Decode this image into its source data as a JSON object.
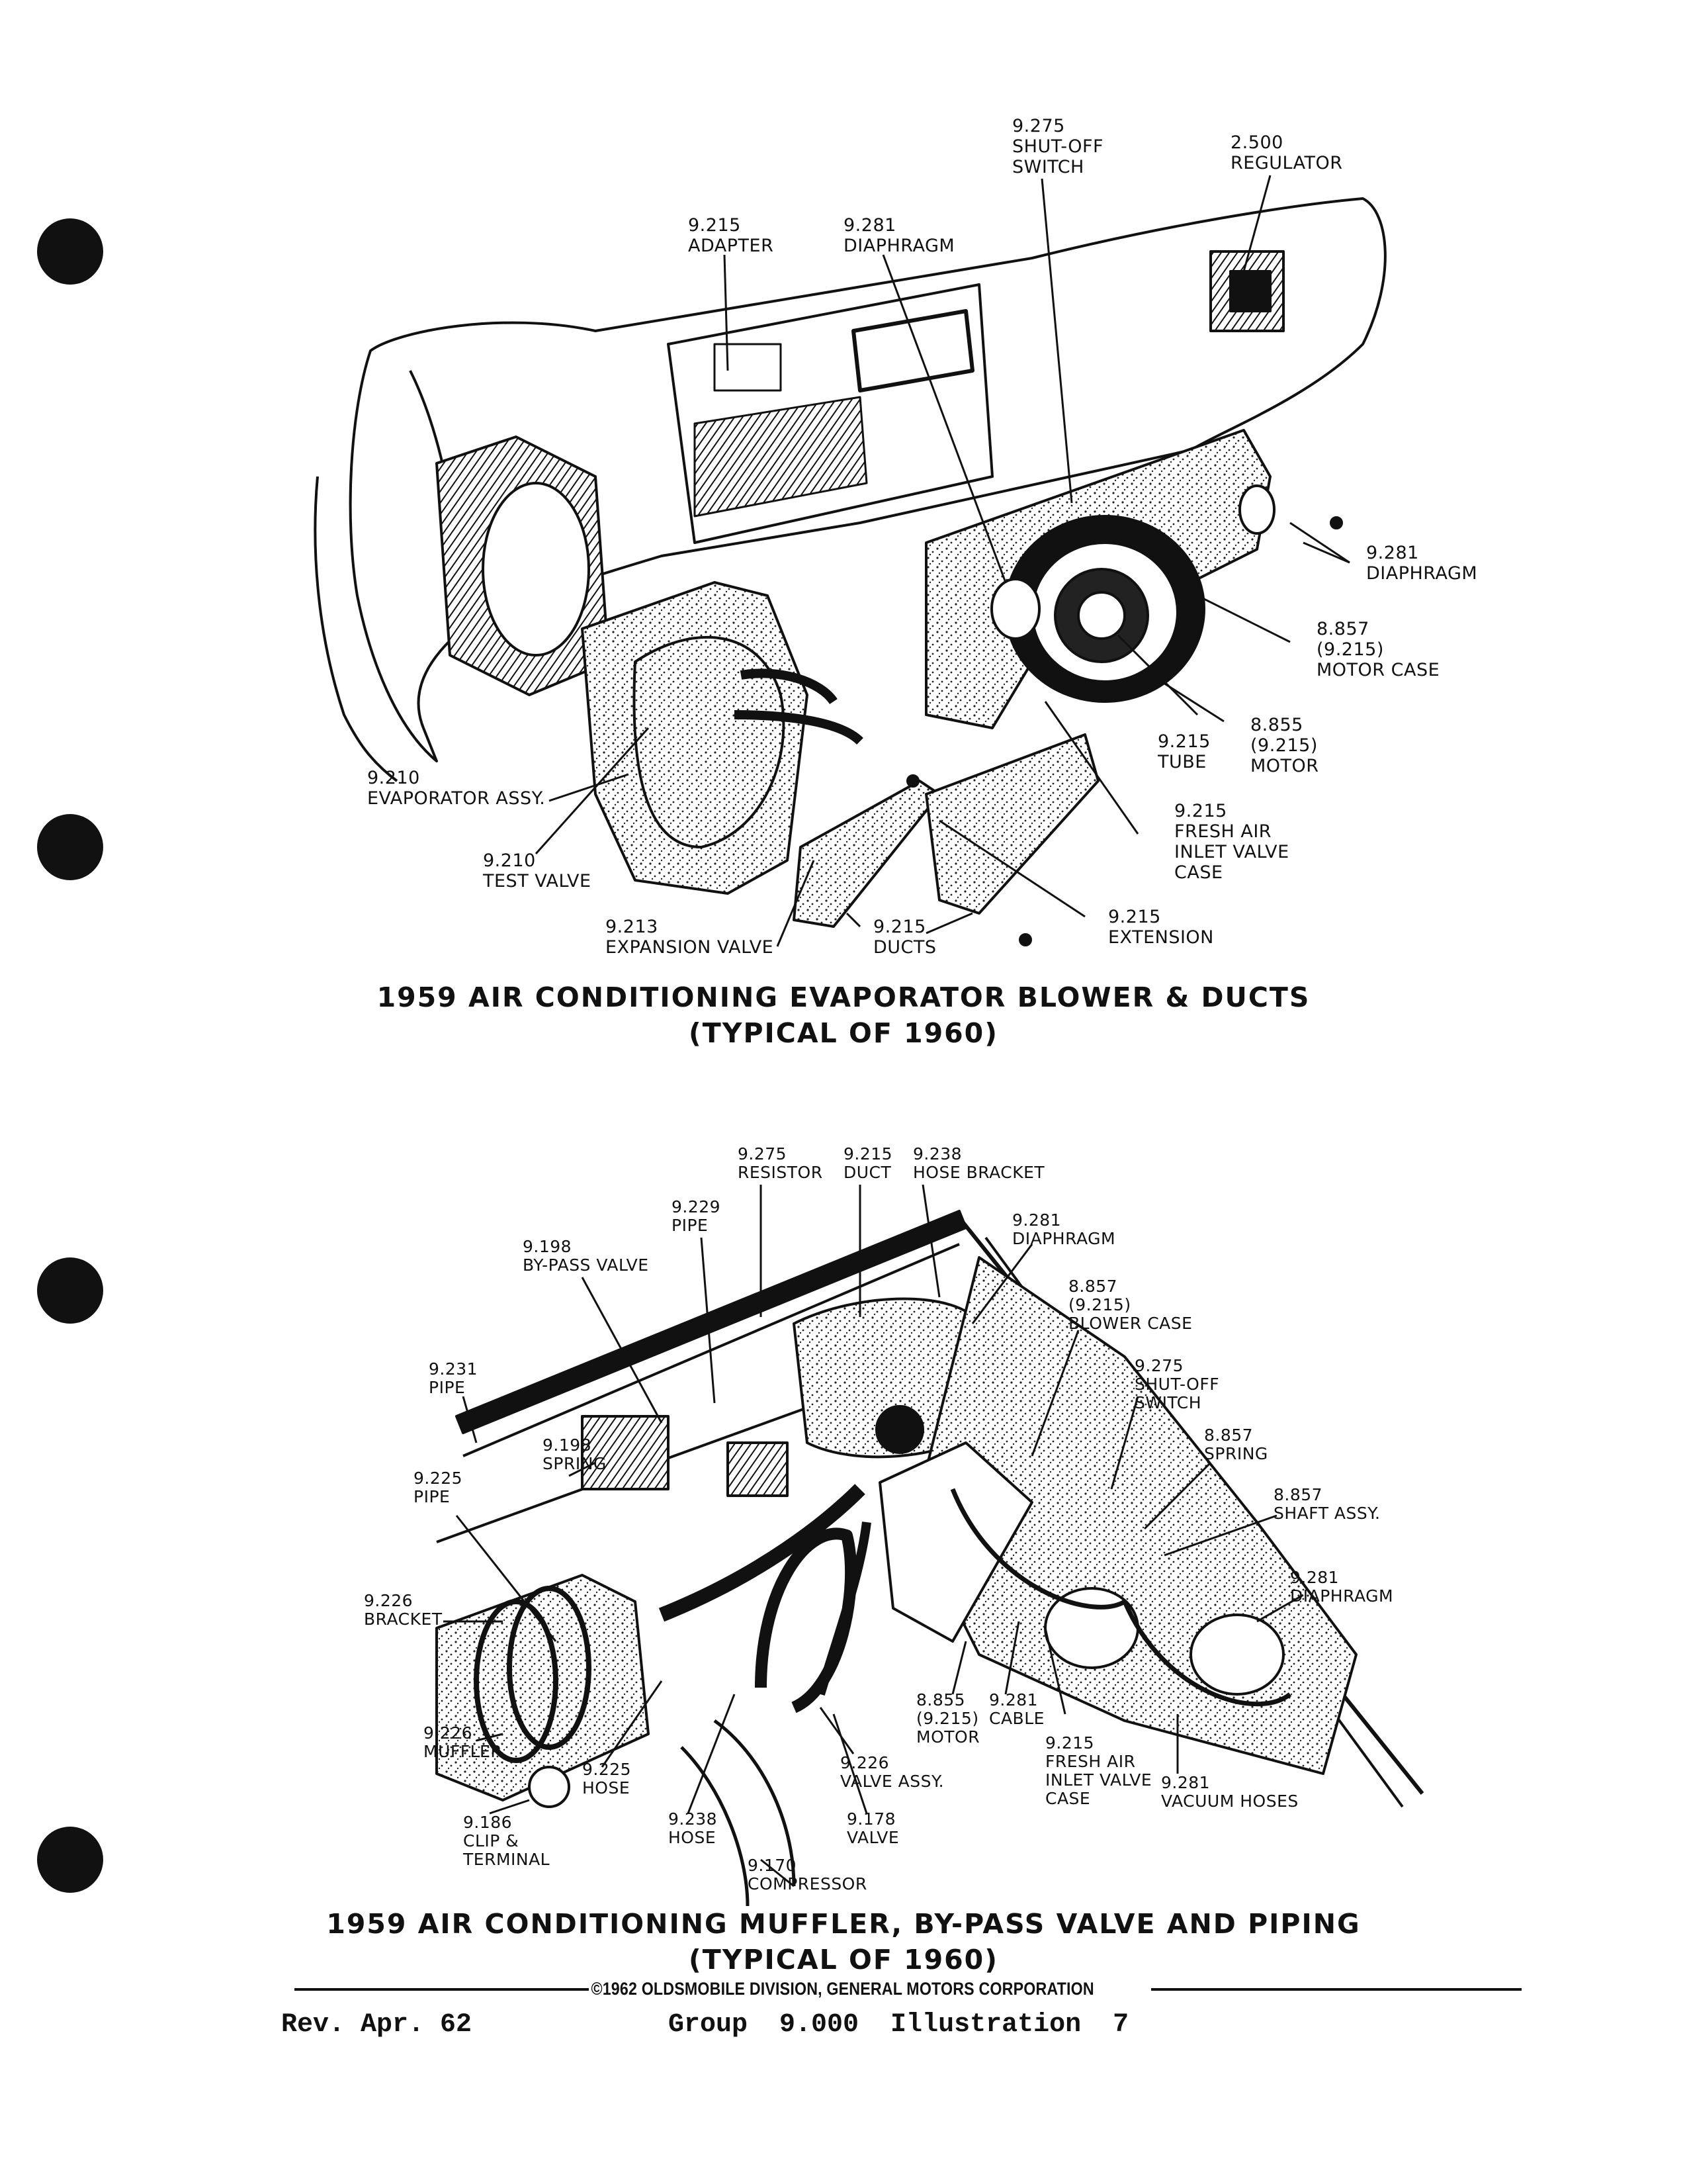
{
  "figure1": {
    "caption_line1": "1959 AIR CONDITIONING EVAPORATOR BLOWER & DUCTS",
    "caption_line2": "(TYPICAL OF 1960)",
    "labels": [
      {
        "num": "9.275",
        "name": "SHUT-OFF\nSWITCH"
      },
      {
        "num": "2.500",
        "name": "REGULATOR"
      },
      {
        "num": "9.215",
        "name": "ADAPTER"
      },
      {
        "num": "9.281",
        "name": "DIAPHRAGM"
      },
      {
        "num": "9.281",
        "name": "DIAPHRAGM"
      },
      {
        "num": "8.857",
        "name": "(9.215)\nMOTOR CASE"
      },
      {
        "num": "9.215",
        "name": "TUBE"
      },
      {
        "num": "8.855",
        "name": "(9.215)\nMOTOR"
      },
      {
        "num": "9.210",
        "name": "EVAPORATOR ASSY."
      },
      {
        "num": "9.215",
        "name": "FRESH AIR\nINLET VALVE\nCASE"
      },
      {
        "num": "9.210",
        "name": "TEST VALVE"
      },
      {
        "num": "9.213",
        "name": "EXPANSION VALVE"
      },
      {
        "num": "9.215",
        "name": "DUCTS"
      },
      {
        "num": "9.215",
        "name": "EXTENSION"
      }
    ]
  },
  "figure2": {
    "caption_line1": "1959 AIR CONDITIONING MUFFLER, BY-PASS VALVE AND PIPING",
    "caption_line2": "(TYPICAL OF 1960)",
    "labels": [
      {
        "num": "9.275",
        "name": "RESISTOR"
      },
      {
        "num": "9.215",
        "name": "DUCT"
      },
      {
        "num": "9.238",
        "name": "HOSE BRACKET"
      },
      {
        "num": "9.229",
        "name": "PIPE"
      },
      {
        "num": "9.198",
        "name": "BY-PASS VALVE"
      },
      {
        "num": "9.281",
        "name": "DIAPHRAGM"
      },
      {
        "num": "8.857",
        "name": "(9.215)\nBLOWER CASE"
      },
      {
        "num": "9.231",
        "name": "PIPE"
      },
      {
        "num": "9.275",
        "name": "SHUT-OFF\nSWITCH"
      },
      {
        "num": "9.198",
        "name": "SPRING"
      },
      {
        "num": "8.857",
        "name": "SPRING"
      },
      {
        "num": "9.225",
        "name": "PIPE"
      },
      {
        "num": "8.857",
        "name": "SHAFT ASSY."
      },
      {
        "num": "9.281",
        "name": "DIAPHRAGM"
      },
      {
        "num": "9.226",
        "name": "BRACKET"
      },
      {
        "num": "8.855",
        "name": "(9.215)\nMOTOR"
      },
      {
        "num": "9.281",
        "name": "CABLE"
      },
      {
        "num": "9.226",
        "name": "MUFFLER"
      },
      {
        "num": "9.215",
        "name": "FRESH AIR\nINLET VALVE\nCASE"
      },
      {
        "num": "9.225",
        "name": "HOSE"
      },
      {
        "num": "9.226",
        "name": "VALVE ASSY."
      },
      {
        "num": "9.281",
        "name": "VACUUM HOSES"
      },
      {
        "num": "9.186",
        "name": "CLIP &\nTERMINAL"
      },
      {
        "num": "9.238",
        "name": "HOSE"
      },
      {
        "num": "9.178",
        "name": "VALVE"
      },
      {
        "num": "9.170",
        "name": "COMPRESSOR"
      }
    ]
  },
  "copyright": "©1962 OLDSMOBILE DIVISION, GENERAL MOTORS CORPORATION",
  "footer": {
    "rev": "Rev. Apr. 62",
    "group": "Group  9.000  Illustration  7"
  }
}
